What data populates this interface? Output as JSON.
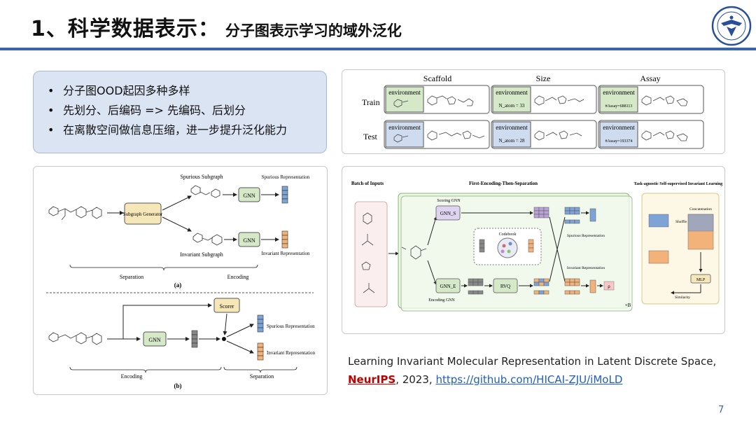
{
  "slide": {
    "title_main": "1、科学数据表示：",
    "title_sub": "分子图表示学习的域外泛化",
    "page_number": "7"
  },
  "bullets": [
    "分子图OOD起因多种多样",
    "先划分、后编码 => 先编码、后划分",
    "在离散空间做信息压缩，进一步提升泛化能力"
  ],
  "ood_table": {
    "columns": [
      "Scaffold",
      "Size",
      "Assay"
    ],
    "rows": [
      {
        "label": "Train",
        "tag": "environment",
        "size_note": "N_atom = 33",
        "assay_note": "#Assay=688113"
      },
      {
        "label": "Test",
        "tag": "environment",
        "size_note": "N_atom = 28",
        "assay_note": "#Assay=193374"
      }
    ]
  },
  "figure_a": {
    "spurious_subgraph": "Spurious Subgraph",
    "spurious_rep": "Spurious Representation",
    "generator": "Subgraph Generator",
    "gnn": "GNN",
    "invariant_subgraph": "Invariant Subgraph",
    "invariant_rep": "Invariant Representation",
    "separation": "Separation",
    "encoding": "Encoding",
    "caption": "(a)"
  },
  "figure_b": {
    "scorer": "Scorer",
    "gnn": "GNN",
    "spurious_rep": "Spurious Representation",
    "invariant_rep": "Invariant Representation",
    "encoding": "Encoding",
    "separation": "Separation",
    "caption": "(b)"
  },
  "framework": {
    "batch_inputs": "Batch of Inputs",
    "section_title": "First-Encoding-Then-Separation",
    "right_title": "Task-agnostic Self-supervised Invariant Learning",
    "scoring_gnn": "Scoring GNN",
    "gnn_s": "GNN_S",
    "gnn_e": "GNN_E",
    "encoding_gnn": "Encoding GNN",
    "codebook": "Codebook",
    "rvq": "RVQ",
    "spurious_rep": "Spurious Representation",
    "invariant_rep": "Invariant Representation",
    "concatenation": "Concatenation",
    "shuffle": "Shuffle",
    "mlp": "MLP",
    "similarity": "Similarity",
    "rho": "ρ",
    "times_b": "×B"
  },
  "citation": {
    "text": "Learning Invariant Molecular Representation in Latent Discrete Space,",
    "venue": "NeurIPS",
    "year": ", 2023, ",
    "link": "https://github.com/HICAI-ZJU/iMoLD"
  },
  "colors": {
    "accent_blue": "#3b63a8",
    "bullet_bg": "#dbe4f3",
    "gnn_green": "#d5e8c8",
    "generator_yellow": "#f6e7b8",
    "spurious_blue": "#7ea3d6",
    "invariant_orange": "#f2b27a",
    "venue_red": "#c00000"
  }
}
